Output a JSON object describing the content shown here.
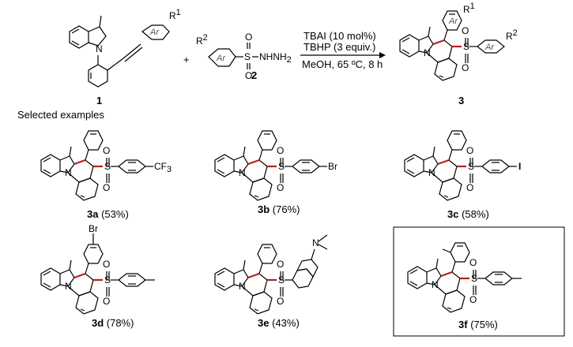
{
  "reaction": {
    "compound1": "1",
    "compound2": "2",
    "compound3": "3",
    "plus": "+",
    "reagent_line1": "TBAI (10 mol%)",
    "reagent_line2": "TBHP (3 equiv.)",
    "conditions": "MeOH, 65 ºC, 8 h",
    "r1": "R",
    "r1_sup": "1",
    "r2": "R",
    "r2_sup": "2",
    "ar": "Ar",
    "sulfonyl_hydrazide": "NHNH",
    "sub2": "2"
  },
  "selected_examples_label": "Selected examples",
  "examples": [
    {
      "id": "3a",
      "yield": "(53%)",
      "substituent": "CF",
      "sub": "3"
    },
    {
      "id": "3b",
      "yield": "(76%)",
      "substituent": "Br"
    },
    {
      "id": "3c",
      "yield": "(58%)",
      "substituent": "I"
    },
    {
      "id": "3d",
      "yield": "(78%)",
      "substituent": "Br"
    },
    {
      "id": "3e",
      "yield": "(43%)",
      "substituent": "N"
    },
    {
      "id": "3f",
      "yield": "(75%)"
    }
  ],
  "atoms": {
    "N": "N",
    "S": "S",
    "O": "O"
  },
  "colors": {
    "highlight": "#b22222",
    "bond": "#000000"
  }
}
